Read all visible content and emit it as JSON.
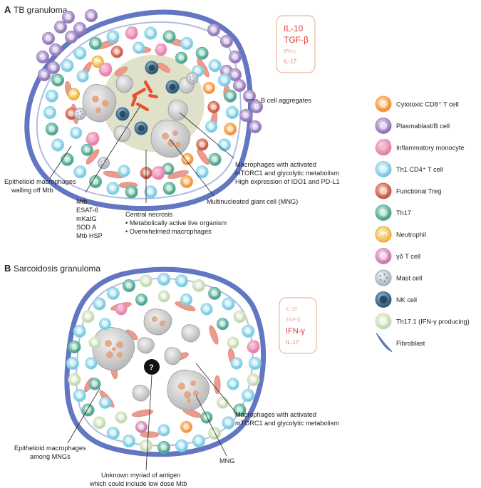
{
  "panel_a": {
    "letter": "A",
    "title": "TB granuloma",
    "cytokines": [
      {
        "text": "IL-10",
        "level": "strong"
      },
      {
        "text": "TGF-β",
        "level": "strong"
      },
      {
        "text": "IFN-γ",
        "level": "weak"
      },
      {
        "text": "IL-17",
        "level": "med"
      }
    ],
    "labels": {
      "bcell": "B cell aggregates",
      "mac_1": "Macrophages with activated",
      "mac_2": "mTORC1 and glycolytic metabolism",
      "mac_3": "High expression of IDO1 and PD-L1",
      "epi_1": "Epithelioid macrophages",
      "epi_2": "walling off Mtb",
      "mng": "Multinucleated giant cell (MNG)",
      "necro_1": "Central necrosis",
      "necro_2": "• Metabolically active live organism",
      "necro_3": "• Overwhelmed macrophages",
      "mtb": [
        "Mtb",
        "ESAT-6",
        "mKatG",
        "SOD A",
        "Mtb HSP"
      ]
    }
  },
  "panel_b": {
    "letter": "B",
    "title": "Sarcoidosis granuloma",
    "cytokines": [
      {
        "text": "IL-10",
        "level": "weak"
      },
      {
        "text": "TGF-β",
        "level": "weak"
      },
      {
        "text": "IFN-γ",
        "level": "strong"
      },
      {
        "text": "IL-17",
        "level": "med"
      }
    ],
    "labels": {
      "mac_1": "Macrophages with activated",
      "mac_2": "mTORC1 and glycolytic metabolism",
      "epi_1": "Epithelioid macrophages",
      "epi_2": "among MNGs",
      "mng": "MNG",
      "unknown_1": "Unknown myriad of antigen",
      "unknown_2": "which could include low dose Mtb",
      "question": "?"
    }
  },
  "legend": [
    {
      "label": "Cytotoxic CD8⁺ T cell",
      "type": "cyto",
      "color": "#f4a24a"
    },
    {
      "label": "Plasmablast/B cell",
      "type": "plasma",
      "color": "#9b7fbf"
    },
    {
      "label": "Inflammatory monocyte",
      "type": "mono",
      "color": "#e98bb0"
    },
    {
      "label": "Th1 CD4⁺ T cell",
      "type": "th1",
      "color": "#7fd0e6"
    },
    {
      "label": "Functional Treg",
      "type": "treg",
      "color": "#d0624a"
    },
    {
      "label": "Th17",
      "type": "th17",
      "color": "#5ab09a"
    },
    {
      "label": "Neutrophil",
      "type": "neut",
      "color": "#f6c35a"
    },
    {
      "label": "γδ T cell",
      "type": "gd",
      "color": "#d98ab8"
    },
    {
      "label": "Mast cell",
      "type": "mast",
      "color": "#c6ccd6"
    },
    {
      "label": "NK cell",
      "type": "nk",
      "color": "#3d6a8a"
    },
    {
      "label": "Th17.1 (IFN-γ producing)",
      "type": "th171",
      "color": "#cfe0bf"
    },
    {
      "label": "Fibroblast",
      "type": "fib",
      "color": "#5a6fbf"
    }
  ]
}
